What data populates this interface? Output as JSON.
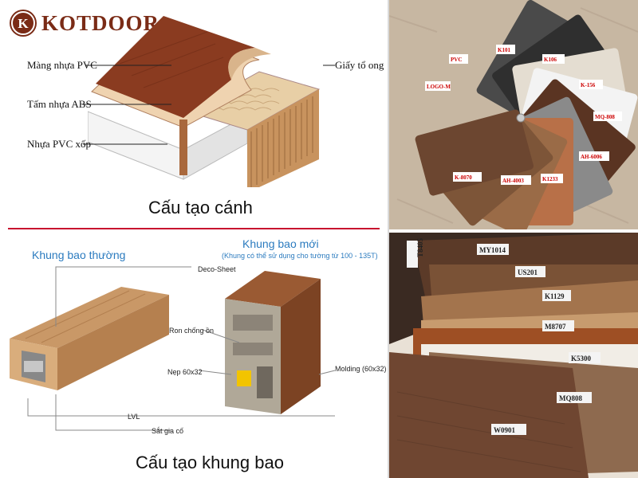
{
  "brand": {
    "name": "KOTDOOR",
    "mark": "K"
  },
  "panel_structure": {
    "labels": {
      "pvc_film": "Màng nhựa PVC",
      "abs_sheet": "Tấm nhựa ABS",
      "foam_pvc": "Nhựa PVC xốp",
      "honeycomb": "Giấy tổ ong"
    },
    "caption": "Cấu tạo cánh"
  },
  "frame_structure": {
    "standard_title": "Khung bao thường",
    "new_title": "Khung bao mới",
    "new_subtitle": "(Khung có thể sử dụng cho tường từ 100 - 135T)",
    "labels": {
      "deco_sheet": "Deco-Sheet",
      "gasket": "Ron chống ồn",
      "trim": "Nẹp 60x32",
      "molding": "Molding (60x32)",
      "lvl": "LVL",
      "steel": "Sắt gia cố"
    },
    "caption": "Cấu tạo khung bao"
  },
  "swatch_fan": {
    "codes": [
      "LOGO-M",
      "PVC",
      "K101",
      "K106",
      "K-156",
      "MQ-808",
      "AH-6006",
      "K1233",
      "AH-4003",
      "K-8070"
    ]
  },
  "swatch_stack": {
    "codes": [
      "T8405",
      "MY1014",
      "US201",
      "K1129",
      "M8707",
      "K5300",
      "MQ808",
      "W0901"
    ]
  },
  "colors": {
    "brand": "#7a2b16",
    "accent_blue": "#2b7bbf",
    "divider_red": "#c8102e"
  }
}
